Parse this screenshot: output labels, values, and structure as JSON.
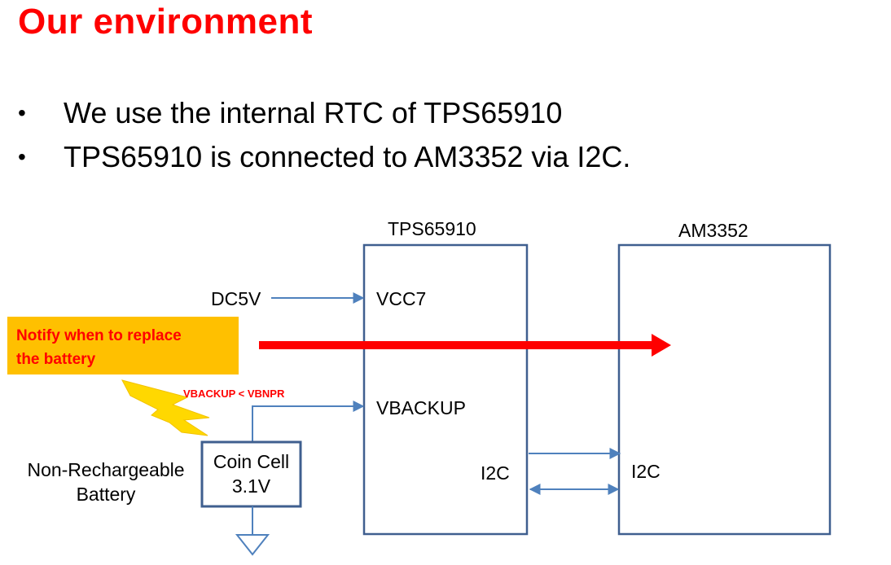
{
  "slide": {
    "title": "Our environment",
    "bullets": [
      "We use the internal RTC of TPS65910",
      "TPS65910 is connected to AM3352 via I2C."
    ]
  },
  "diagram": {
    "pmic_label": "TPS65910",
    "soc_label": "AM3352",
    "dc_source": "DC5V",
    "vcc_pin": "VCC7",
    "vbackup_pin": "VBACKUP",
    "pmic_i2c": "I2C",
    "soc_i2c": "I2C",
    "notify_text": "Notify when to replace\nthe battery",
    "condition": "VBACKUP < VBNPR",
    "coin_cell": "Coin Cell\n3.1V",
    "battery_label": "Non-Rechargeable\nBattery",
    "colors": {
      "title": "#ff0000",
      "box_stroke": "#3f5f8f",
      "wire": "#4f81bd",
      "notify_bg": "#ffc000",
      "bolt": "#ffd800",
      "arrow": "#ff0000"
    }
  }
}
